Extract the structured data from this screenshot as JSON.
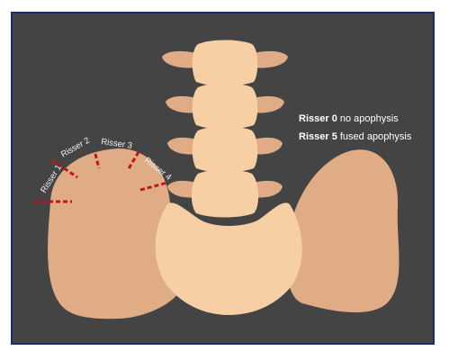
{
  "colors": {
    "background": "#444444",
    "border": "#1f2a6b",
    "bone_dark": "#e0ac86",
    "bone_light": "#f6cfa5",
    "marker": "#c0141b",
    "text": "#ffffff"
  },
  "risser_labels": [
    "Risser 1",
    "Risser 2",
    "Risser 3",
    "Risser 4"
  ],
  "legend": [
    {
      "grade": "Risser 0",
      "description": "no apophysis"
    },
    {
      "grade": "Risser 5",
      "description": "fused apophysis"
    }
  ]
}
